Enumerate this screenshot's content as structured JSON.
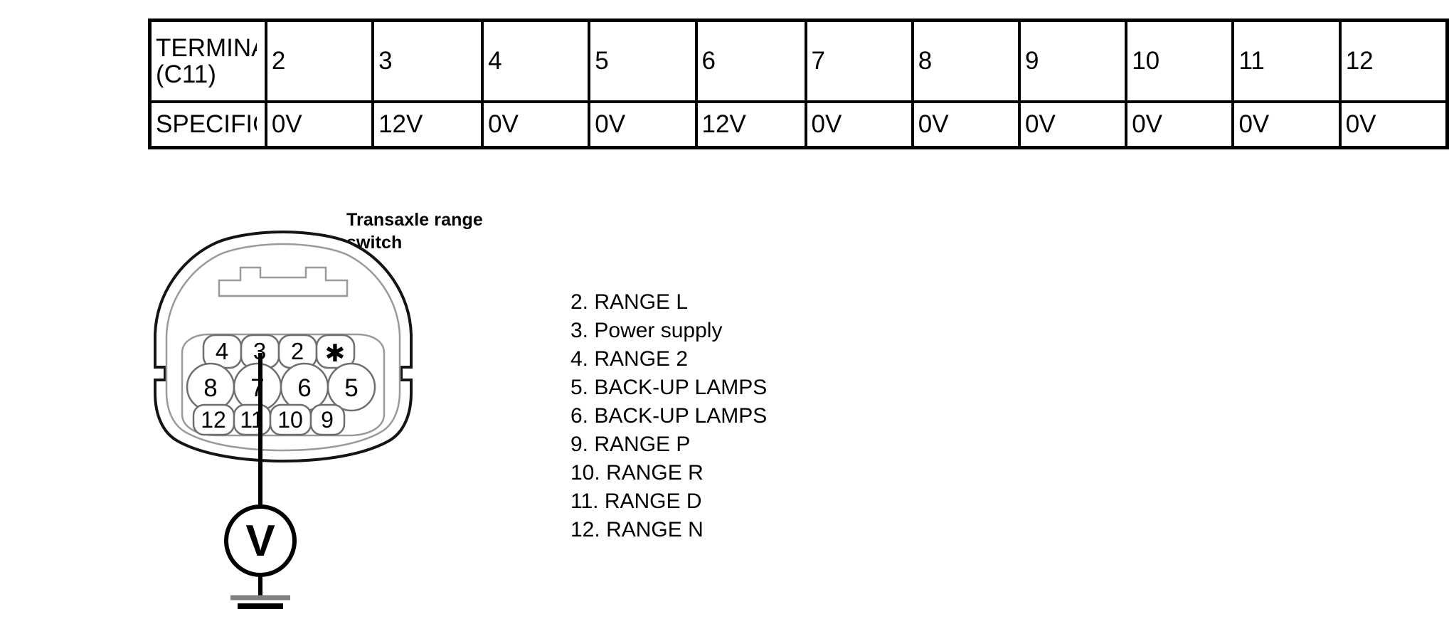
{
  "table": {
    "row_labels": {
      "terminal": "TERMINAL",
      "terminal_line2": "(C11)",
      "specification": "SPECIFICATION"
    },
    "terminals": [
      "2",
      "3",
      "4",
      "5",
      "6",
      "7",
      "8",
      "9",
      "10",
      "11",
      "12"
    ],
    "specifications": [
      "0V",
      "12V",
      "0V",
      "0V",
      "12V",
      "0V",
      "0V",
      "0V",
      "0V",
      "0V",
      "0V"
    ]
  },
  "figure": {
    "component_label": "Transaxle range\nswitch",
    "component_label_line1": "Transaxle range",
    "component_label_line2": "switch",
    "connector_id": "C11",
    "meter_symbol": "V",
    "probe_pin": "3",
    "pin_rows": {
      "top": [
        "4",
        "3",
        "2",
        "✱"
      ],
      "middle": [
        "8",
        "7",
        "6",
        "5"
      ],
      "bottom": [
        "12",
        "11",
        "10",
        "9"
      ]
    }
  },
  "pin_legend": [
    {
      "pin": "2.",
      "function": "RANGE L"
    },
    {
      "pin": "3.",
      "function": "Power supply"
    },
    {
      "pin": "4.",
      "function": "RANGE 2"
    },
    {
      "pin": "5.",
      "function": "BACK-UP LAMPS"
    },
    {
      "pin": "6.",
      "function": "BACK-UP LAMPS"
    },
    {
      "pin": "9.",
      "function": "RANGE P"
    },
    {
      "pin": "10.",
      "function": "RANGE R"
    },
    {
      "pin": "11.",
      "function": "RANGE D"
    },
    {
      "pin": "12.",
      "function": "RANGE N"
    }
  ],
  "colors": {
    "ink": "#000000",
    "background": "#ffffff",
    "housing_detail": "#9a9a9a"
  }
}
